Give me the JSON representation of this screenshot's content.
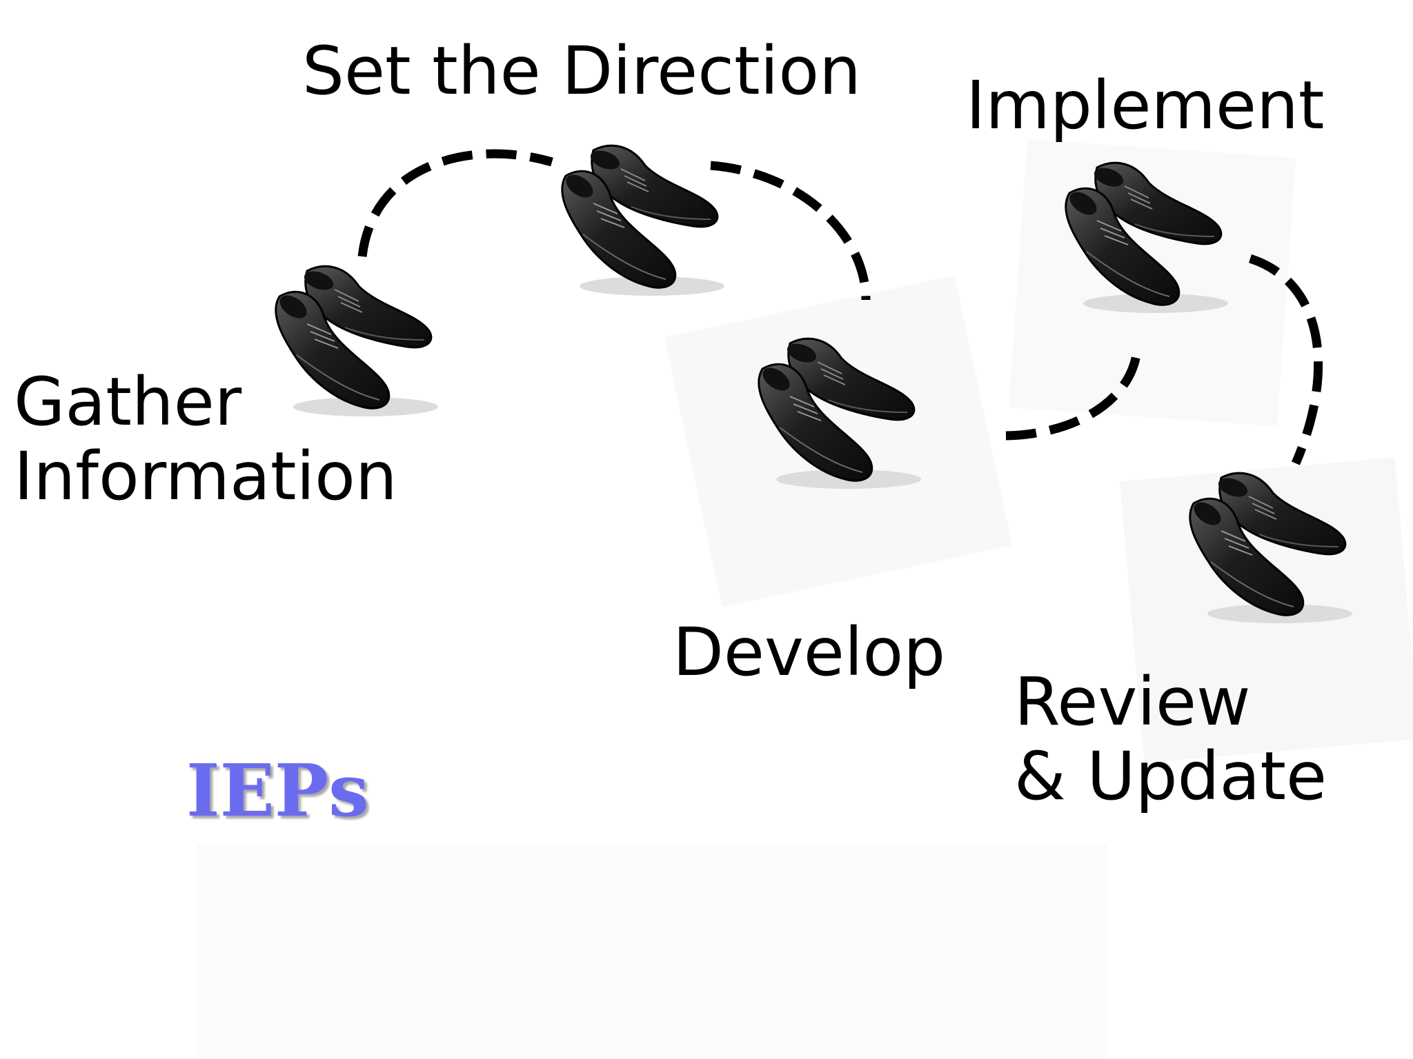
{
  "diagram": {
    "title": "IEPs",
    "title_color": "#6b6bef",
    "line_color": "#000000",
    "text_color": "#000000",
    "steps": [
      {
        "id": "gather",
        "lines": [
          "Gather",
          "Information"
        ],
        "icon": "shoes-icon"
      },
      {
        "id": "direction",
        "lines": [
          "Set the Direction"
        ],
        "icon": "shoes-icon"
      },
      {
        "id": "develop",
        "lines": [
          "Develop"
        ],
        "icon": "shoes-icon"
      },
      {
        "id": "implement",
        "lines": [
          "Implement"
        ],
        "icon": "shoes-icon"
      },
      {
        "id": "review",
        "lines": [
          "Review",
          "& Update"
        ],
        "icon": "shoes-icon"
      }
    ]
  }
}
